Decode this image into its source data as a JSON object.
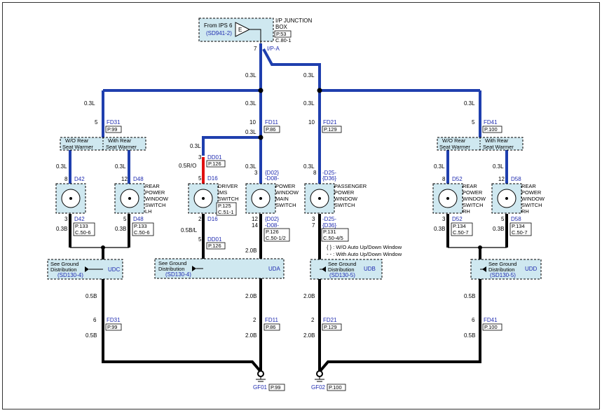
{
  "top": {
    "from_line1": "From IPS 6",
    "from_line2": "(SD941-2)",
    "e_symbol": "E",
    "jb_line1": "I/P JUNCTION",
    "jb_line2": "BOX",
    "ref1": "P.53",
    "ref2": "C.80-1",
    "pin": "7",
    "conn": "I/P-A"
  },
  "wires": {
    "w03l": "0.3L",
    "w05ro": "0.5R/O",
    "w05bl": "0.5B/L",
    "w03b": "0.3B",
    "w05b": "0.5B",
    "w20b": "2.0B"
  },
  "left_lh": {
    "fd_pin": "5",
    "fd": "FD31",
    "fd_ref": "P.99",
    "opt1_a": "W/O Rear",
    "opt1_b": "Seat Warmer",
    "opt2_a": "With Rear",
    "opt2_b": "Seat Warmer",
    "a_pin_top": "8",
    "a_conn": "D42",
    "a_pin_bot": "3",
    "a_conn_bot": "D42",
    "b_pin_top": "12",
    "b_conn": "D48",
    "b_pin_bot": "5",
    "b_conn_bot": "D48",
    "sw_name": [
      "REAR",
      "POWER",
      "WINDOW",
      "SWITCH",
      "LH"
    ],
    "ref_a1": "P.133",
    "ref_a2": "C.50-6",
    "ref_b1": "P.133",
    "ref_b2": "C.50-6",
    "gnd_line1": "See Ground",
    "gnd_line2": "Distribution",
    "gnd_ref": "(SD130-4)",
    "gnd_label": "UDC",
    "bot_pin": "6",
    "bot_conn": "FD31",
    "bot_ref": "P.99"
  },
  "driver": {
    "dd_pin": "3",
    "dd_conn": "DD01",
    "dd_ref": "P.126",
    "sw_pin_top": "5",
    "sw_conn": "D16",
    "sw_name": [
      "DRIVER",
      "IMS",
      "SWITCH"
    ],
    "sw_ref1": "P.125",
    "sw_ref2": "C.51-1",
    "sw_pin_bot": "2",
    "sw_conn_bot": "D16",
    "dd2_pin": "5",
    "dd2_conn": "DD01",
    "dd2_ref": "P.126"
  },
  "main": {
    "fd_pin": "10",
    "fd": "FD11",
    "fd_ref": "P.86",
    "top_pin": "3",
    "top_conn1": "{D02}",
    "top_conn2": "-D08-",
    "sw_name": [
      "POWER",
      "WINDOW",
      "MAIN",
      "SWITCH"
    ],
    "bot_pin1": "12",
    "bot_pin2": "14",
    "bot_conn1": "{D02}",
    "bot_conn2": "-D08-",
    "ref1": "P.126",
    "ref2": "C.50-1/2",
    "gnd_line1": "See Ground",
    "gnd_line2": "Distribution",
    "gnd_ref": "(SD130-4)",
    "gnd_label": "UDA",
    "bot_pin": "2",
    "bot_conn": "FD11",
    "bot_ref": "P.86",
    "gf": "GF01",
    "gf_ref": "P.99"
  },
  "passenger": {
    "fd_pin": "10",
    "fd": "FD21",
    "fd_ref": "P.129",
    "top_pin": "8",
    "top_conn1": "-D25-",
    "top_conn2": "{D36}",
    "sw_name": [
      "PASSENGER",
      "POWER",
      "WINDOW",
      "SWITCH"
    ],
    "bot_pin1": "3",
    "bot_pin2": "7",
    "bot_conn1": "-D25-",
    "bot_conn2": "{D36}",
    "ref1": "P.131",
    "ref2": "C.50-4/5",
    "legend1": "{ } : W/O Auto Up/Down Window",
    "legend2": "- - : With Auto Up/Down Window",
    "gnd_line1": "See Ground",
    "gnd_line2": "Distribution",
    "gnd_ref": "(SD130-5)",
    "gnd_label": "UDB",
    "bot_pin": "2",
    "bot_conn": "FD21",
    "bot_ref": "P.129",
    "gf": "GF02",
    "gf_ref": "P.100"
  },
  "right_rh": {
    "fd_pin": "5",
    "fd": "FD41",
    "fd_ref": "P.100",
    "opt1_a": "W/O Rear",
    "opt1_b": "Seat Warmer",
    "opt2_a": "With Rear",
    "opt2_b": "Seat Warmer",
    "a_pin_top": "8",
    "a_conn": "D52",
    "a_pin_bot": "3",
    "a_conn_bot": "D52",
    "b_pin_top": "12",
    "b_conn": "D58",
    "b_pin_bot": "5",
    "b_conn_bot": "D58",
    "sw_name": [
      "REAR",
      "POWER",
      "WINDOW",
      "SWITCH",
      "RH"
    ],
    "ref_a1": "P.134",
    "ref_a2": "C.50-7",
    "ref_b1": "P.134",
    "ref_b2": "C.50-7",
    "gnd_line1": "See Ground",
    "gnd_line2": "Distribution",
    "gnd_ref": "(SD130-5)",
    "gnd_label": "UDD",
    "bot_pin": "6",
    "bot_conn": "FD41",
    "bot_ref": "P.100"
  },
  "colors": {
    "wire_blue": "#1f3fae",
    "wire_black": "#000000",
    "wire_red": "#e01010",
    "box_fill": "#cfe8f0",
    "text_blue": "#1f2bb0"
  }
}
